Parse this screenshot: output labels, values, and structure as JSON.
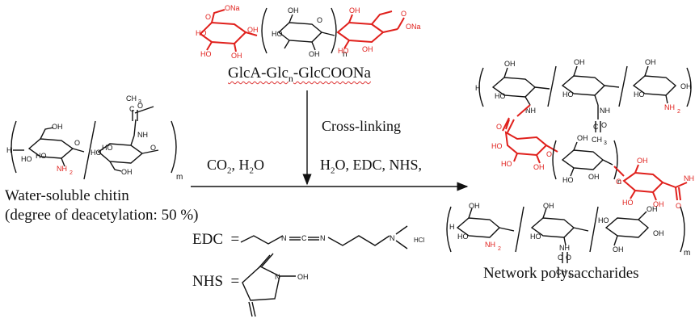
{
  "oligo": {
    "label_glca": "GlcA-Glc",
    "label_n": "n",
    "label_tail": "-GlcCOONa",
    "sub_n": "n",
    "atoms": {
      "ona": "ONa",
      "o": "O",
      "oh": "OH",
      "ho": "HO"
    }
  },
  "reaction": {
    "cond_left_co": "CO",
    "cond_left_2": "2",
    "cond_left_tail": ", H",
    "cond_left_2b": "2",
    "cond_left_o": "O",
    "crosslinking": "Cross-linking",
    "cond_right": "H",
    "cond_right_2": "2",
    "cond_right_tail": "O, EDC, NHS,"
  },
  "chitin": {
    "name": "Water-soluble chitin",
    "desc": "(degree of deacetylation: 50 %)",
    "sub_m": "m",
    "atoms": {
      "h": "H",
      "ho": "HO",
      "oh": "OH",
      "o": "O",
      "nh2": "NH",
      "nh2_sub": "2",
      "nh": "NH",
      "c": "C",
      "ch3": "CH",
      "ch3_sub": "3"
    }
  },
  "reagents": {
    "edc_label": "EDC",
    "nhs_label": "NHS",
    "eq": "=",
    "hcl": "HCl",
    "n": "N",
    "c": "C",
    "oh": "OH"
  },
  "product": {
    "name": "Network polysaccharides",
    "sub_m": "m",
    "sub_n": "n"
  },
  "colors": {
    "black": "#111111",
    "red": "#e0201c",
    "underline": "#dd3333"
  }
}
